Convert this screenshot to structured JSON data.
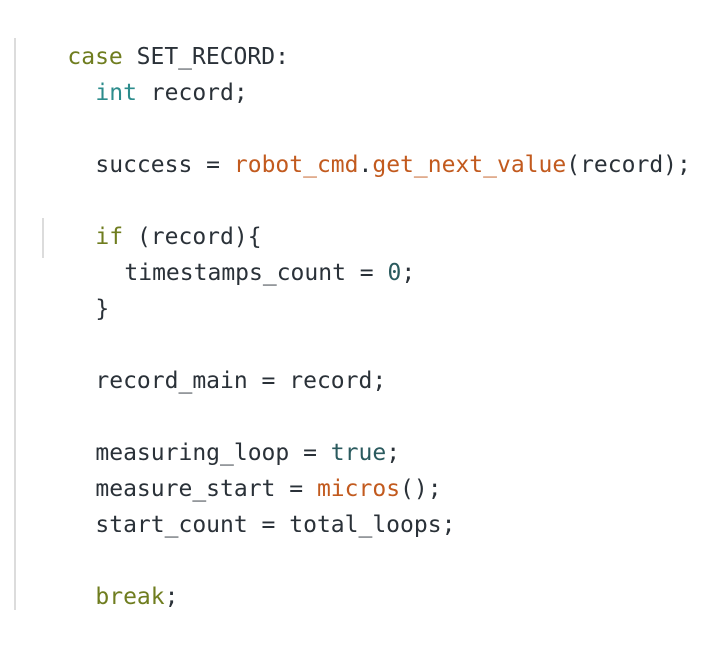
{
  "code": {
    "l1": {
      "kw": "case",
      "rest": " SET_RECORD:"
    },
    "l2": {
      "kw": "int",
      "rest": " record;"
    },
    "l3": {
      "a": "success = ",
      "fn1": "robot_cmd",
      "dot": ".",
      "fn2": "get_next_value",
      "rest": "(record);"
    },
    "l4": {
      "kw": "if",
      "rest": " (record){"
    },
    "l5": {
      "a": "timestamps_count = ",
      "num": "0",
      "rest": ";"
    },
    "l6": {
      "text": "}"
    },
    "l7": {
      "text": "record_main = record;"
    },
    "l8": {
      "a": "measuring_loop = ",
      "val": "true",
      "rest": ";"
    },
    "l9": {
      "a": "measure_start = ",
      "fn": "micros",
      "rest": "();"
    },
    "l10": {
      "text": "start_count = total_loops;"
    },
    "l11": {
      "kw": "break",
      "rest": ";"
    }
  },
  "colors": {
    "keyword_olive": "#6f7d1f",
    "keyword_teal": "#2c8c8c",
    "function_orange": "#c25a1e",
    "constant": "#2a5a5e",
    "text": "#2a3138"
  }
}
